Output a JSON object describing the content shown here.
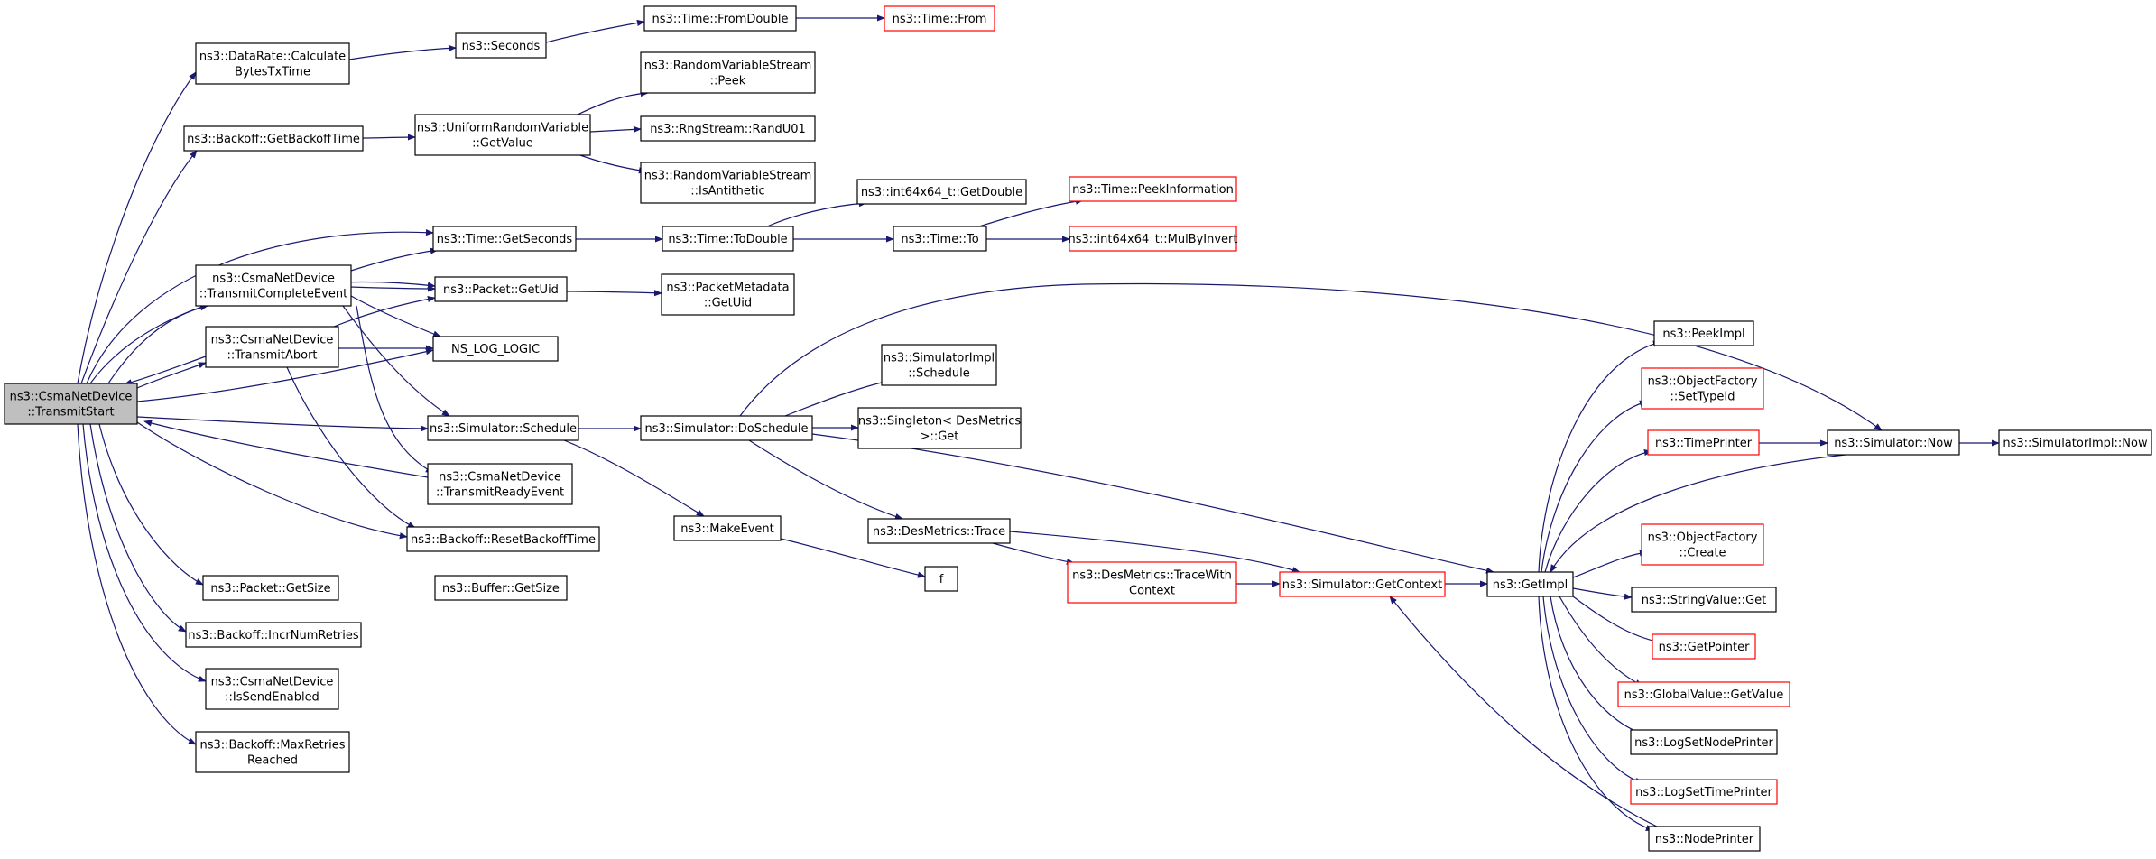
{
  "graph": {
    "edge_color": "#191970",
    "root_fill": "#bfbfbf",
    "normal_border": "#000000",
    "truncated_border": "#ff0000",
    "nodes": [
      {
        "id": "start",
        "lines": [
          "ns3::CsmaNetDevice",
          "::TransmitStart"
        ],
        "style": "root"
      },
      {
        "id": "calc",
        "lines": [
          "ns3::DataRate::Calculate",
          "BytesTxTime"
        ],
        "style": "normal"
      },
      {
        "id": "seconds",
        "lines": [
          "ns3::Seconds"
        ],
        "style": "normal"
      },
      {
        "id": "fromdouble",
        "lines": [
          "ns3::Time::FromDouble"
        ],
        "style": "normal"
      },
      {
        "id": "from",
        "lines": [
          "ns3::Time::From"
        ],
        "style": "truncated"
      },
      {
        "id": "getbackoff",
        "lines": [
          "ns3::Backoff::GetBackoffTime"
        ],
        "style": "normal"
      },
      {
        "id": "urv",
        "lines": [
          "ns3::UniformRandomVariable",
          "::GetValue"
        ],
        "style": "normal"
      },
      {
        "id": "peek",
        "lines": [
          "ns3::RandomVariableStream",
          "::Peek"
        ],
        "style": "normal"
      },
      {
        "id": "randu01",
        "lines": [
          "ns3::RngStream::RandU01"
        ],
        "style": "normal"
      },
      {
        "id": "isanti",
        "lines": [
          "ns3::RandomVariableStream",
          "::IsAntithetic"
        ],
        "style": "normal"
      },
      {
        "id": "getseconds",
        "lines": [
          "ns3::Time::GetSeconds"
        ],
        "style": "normal"
      },
      {
        "id": "todouble",
        "lines": [
          "ns3::Time::ToDouble"
        ],
        "style": "normal"
      },
      {
        "id": "getdouble",
        "lines": [
          "ns3::int64x64_t::GetDouble"
        ],
        "style": "normal"
      },
      {
        "id": "to",
        "lines": [
          "ns3::Time::To"
        ],
        "style": "normal"
      },
      {
        "id": "peekinfo",
        "lines": [
          "ns3::Time::PeekInformation"
        ],
        "style": "truncated"
      },
      {
        "id": "mulbyinv",
        "lines": [
          "ns3::int64x64_t::MulByInvert"
        ],
        "style": "truncated"
      },
      {
        "id": "txcomplete",
        "lines": [
          "ns3::CsmaNetDevice",
          "::TransmitCompleteEvent"
        ],
        "style": "normal"
      },
      {
        "id": "getuid",
        "lines": [
          "ns3::Packet::GetUid"
        ],
        "style": "normal"
      },
      {
        "id": "pmgetuid",
        "lines": [
          "ns3::PacketMetadata",
          "::GetUid"
        ],
        "style": "normal"
      },
      {
        "id": "txabort",
        "lines": [
          "ns3::CsmaNetDevice",
          "::TransmitAbort"
        ],
        "style": "normal"
      },
      {
        "id": "nslog",
        "lines": [
          "NS_LOG_LOGIC"
        ],
        "style": "normal"
      },
      {
        "id": "schedule",
        "lines": [
          "ns3::Simulator::Schedule"
        ],
        "style": "normal"
      },
      {
        "id": "doschedule",
        "lines": [
          "ns3::Simulator::DoSchedule"
        ],
        "style": "normal"
      },
      {
        "id": "implsched",
        "lines": [
          "ns3::SimulatorImpl",
          "::Schedule"
        ],
        "style": "normal"
      },
      {
        "id": "singleton",
        "lines": [
          "ns3::Singleton< DesMetrics",
          " >::Get"
        ],
        "style": "normal"
      },
      {
        "id": "txready",
        "lines": [
          "ns3::CsmaNetDevice",
          "::TransmitReadyEvent"
        ],
        "style": "normal"
      },
      {
        "id": "resetbackoff",
        "lines": [
          "ns3::Backoff::ResetBackoffTime"
        ],
        "style": "normal"
      },
      {
        "id": "makeevent",
        "lines": [
          "ns3::MakeEvent"
        ],
        "style": "normal"
      },
      {
        "id": "desmtrace",
        "lines": [
          "ns3::DesMetrics::Trace"
        ],
        "style": "normal"
      },
      {
        "id": "f",
        "lines": [
          "f"
        ],
        "style": "normal"
      },
      {
        "id": "tracewith",
        "lines": [
          "ns3::DesMetrics::TraceWith",
          "Context"
        ],
        "style": "truncated"
      },
      {
        "id": "getcontext",
        "lines": [
          "ns3::Simulator::GetContext"
        ],
        "style": "truncated"
      },
      {
        "id": "getimpl",
        "lines": [
          "ns3::GetImpl"
        ],
        "style": "normal"
      },
      {
        "id": "getsize",
        "lines": [
          "ns3::Packet::GetSize"
        ],
        "style": "normal"
      },
      {
        "id": "buffergetsize",
        "lines": [
          "ns3::Buffer::GetSize"
        ],
        "style": "normal"
      },
      {
        "id": "incrretries",
        "lines": [
          "ns3::Backoff::IncrNumRetries"
        ],
        "style": "normal"
      },
      {
        "id": "issend",
        "lines": [
          "ns3::CsmaNetDevice",
          "::IsSendEnabled"
        ],
        "style": "normal"
      },
      {
        "id": "maxretries",
        "lines": [
          "ns3::Backoff::MaxRetries",
          "Reached"
        ],
        "style": "normal"
      },
      {
        "id": "peekimpl",
        "lines": [
          "ns3::PeekImpl"
        ],
        "style": "normal"
      },
      {
        "id": "settypeid",
        "lines": [
          "ns3::ObjectFactory",
          "::SetTypeId"
        ],
        "style": "truncated"
      },
      {
        "id": "timeprinter",
        "lines": [
          "ns3::TimePrinter"
        ],
        "style": "truncated"
      },
      {
        "id": "simnow",
        "lines": [
          "ns3::Simulator::Now"
        ],
        "style": "normal"
      },
      {
        "id": "implnow",
        "lines": [
          "ns3::SimulatorImpl::Now"
        ],
        "style": "normal"
      },
      {
        "id": "ofcreate",
        "lines": [
          "ns3::ObjectFactory",
          "::Create"
        ],
        "style": "truncated"
      },
      {
        "id": "strget",
        "lines": [
          "ns3::StringValue::Get"
        ],
        "style": "normal"
      },
      {
        "id": "getpointer",
        "lines": [
          "ns3::GetPointer"
        ],
        "style": "truncated"
      },
      {
        "id": "gvgetvalue",
        "lines": [
          "ns3::GlobalValue::GetValue"
        ],
        "style": "truncated"
      },
      {
        "id": "lognodeprinter",
        "lines": [
          "ns3::LogSetNodePrinter"
        ],
        "style": "normal"
      },
      {
        "id": "logtimeprinter",
        "lines": [
          "ns3::LogSetTimePrinter"
        ],
        "style": "truncated"
      },
      {
        "id": "nodeprinter",
        "lines": [
          "ns3::NodePrinter"
        ],
        "style": "normal"
      }
    ]
  }
}
